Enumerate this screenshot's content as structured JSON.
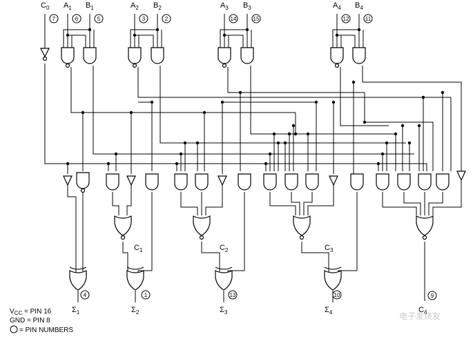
{
  "inputs": [
    {
      "id": "c0",
      "base": "C",
      "sub": "0",
      "pin": "7"
    },
    {
      "id": "a1",
      "base": "A",
      "sub": "1",
      "pin": "6"
    },
    {
      "id": "b1",
      "base": "B",
      "sub": "1",
      "pin": "5"
    },
    {
      "id": "a2",
      "base": "A",
      "sub": "2",
      "pin": "3"
    },
    {
      "id": "b2",
      "base": "B",
      "sub": "2",
      "pin": "2"
    },
    {
      "id": "a3",
      "base": "A",
      "sub": "3",
      "pin": "14"
    },
    {
      "id": "b3",
      "base": "B",
      "sub": "3",
      "pin": "15"
    },
    {
      "id": "a4",
      "base": "A",
      "sub": "4",
      "pin": "12"
    },
    {
      "id": "b4",
      "base": "B",
      "sub": "4",
      "pin": "11"
    }
  ],
  "carries": [
    {
      "id": "c1",
      "base": "C",
      "sub": "1"
    },
    {
      "id": "c2",
      "base": "C",
      "sub": "2"
    },
    {
      "id": "c3",
      "base": "C",
      "sub": "3"
    }
  ],
  "outputs": [
    {
      "id": "s1",
      "base": "Σ",
      "sub": "1",
      "pin": "4"
    },
    {
      "id": "s2",
      "base": "Σ",
      "sub": "2",
      "pin": "1"
    },
    {
      "id": "s3",
      "base": "Σ",
      "sub": "3",
      "pin": "13"
    },
    {
      "id": "s4",
      "base": "Σ",
      "sub": "4",
      "pin": "10"
    },
    {
      "id": "c4",
      "base": "C",
      "sub": "4",
      "pin": "9"
    }
  ],
  "notes": {
    "vcc": {
      "base": "V",
      "sub": "CC",
      "rest": " = PIN 16"
    },
    "gnd": "GND = PIN 8",
    "pins": "= PIN NUMBERS"
  },
  "watermark": "电子发烧友"
}
